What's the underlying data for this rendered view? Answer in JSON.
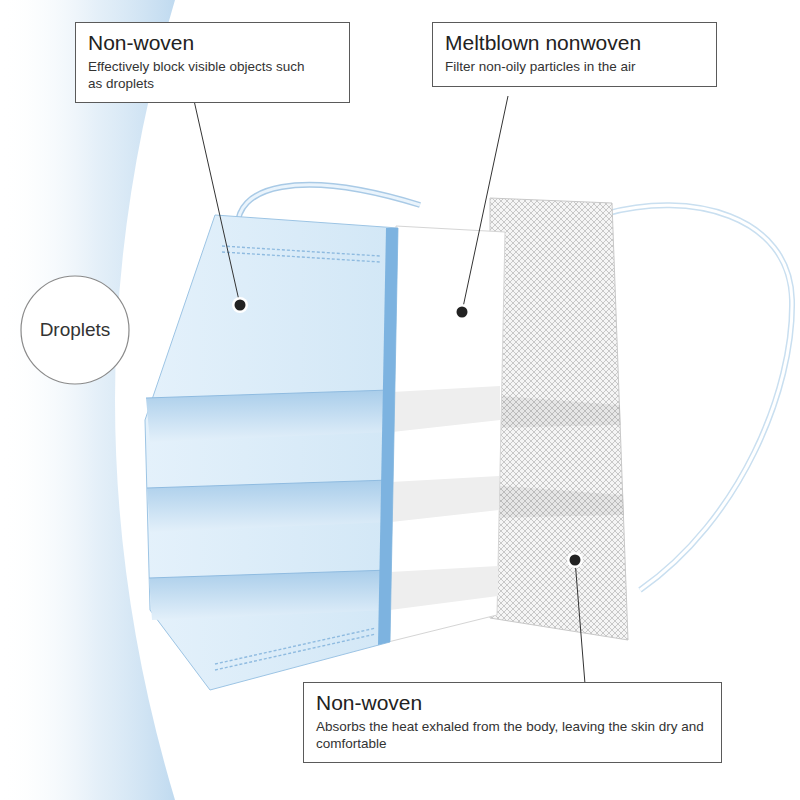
{
  "diagram": {
    "nodes": [
      {
        "text": [
          "Non-woven",
          "Effectively block visible objects such as droplets"
        ]
      },
      {
        "text": [
          "Meltblown nonwoven",
          "Filter non-oily particles in the air"
        ]
      },
      {
        "text": [
          "Droplets"
        ]
      },
      {
        "text": [
          "Non-woven",
          "Absorbs the heat exhaled from the body, leaving the skin dry and comfortable"
        ]
      }
    ]
  }
}
